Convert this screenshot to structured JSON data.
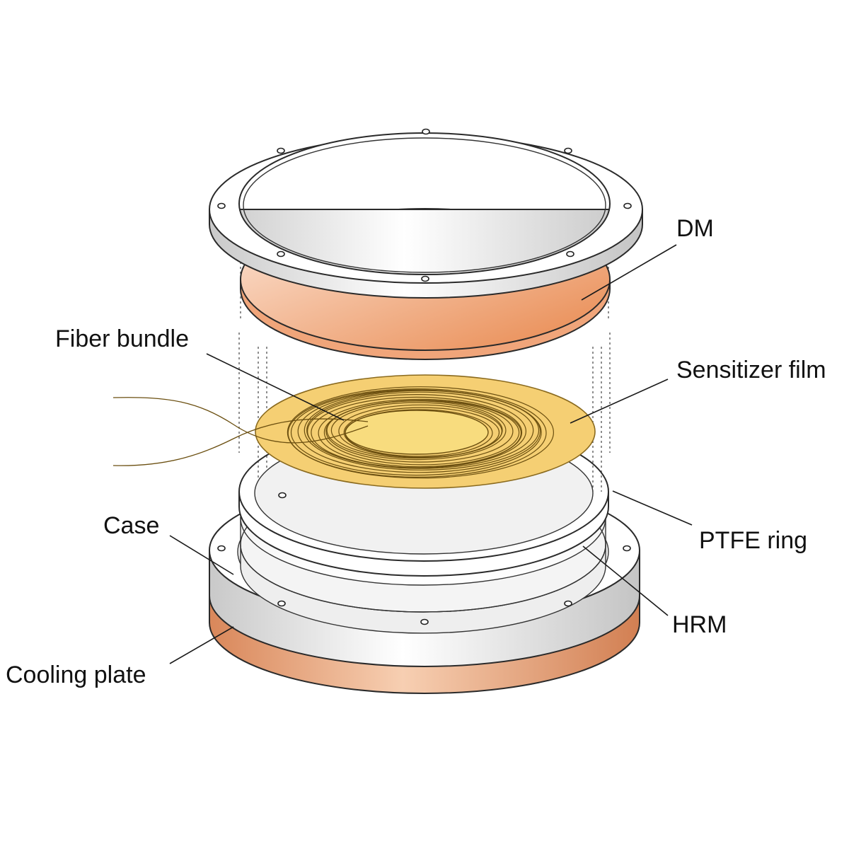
{
  "labels": {
    "dm": "DM",
    "fiber_bundle": "Fiber bundle",
    "sensitizer_film": "Sensitizer film",
    "case": "Case",
    "ptfe_ring": "PTFE ring",
    "hrm": "HRM",
    "cooling_plate": "Cooling plate"
  },
  "colors": {
    "dm_light": "#fbe6d8",
    "dm_dark": "#e98a50",
    "film_fill": "#f5cf73",
    "film_center": "#f8dc7e",
    "fiber": "#6b4f10",
    "metal_light": "#ffffff",
    "metal_dark": "#cfcfcf",
    "copper_light": "#f6c9a8",
    "copper_dark": "#d9875a",
    "line": "#2a2a2a"
  },
  "icons": [
    "screw-hole-icon"
  ]
}
